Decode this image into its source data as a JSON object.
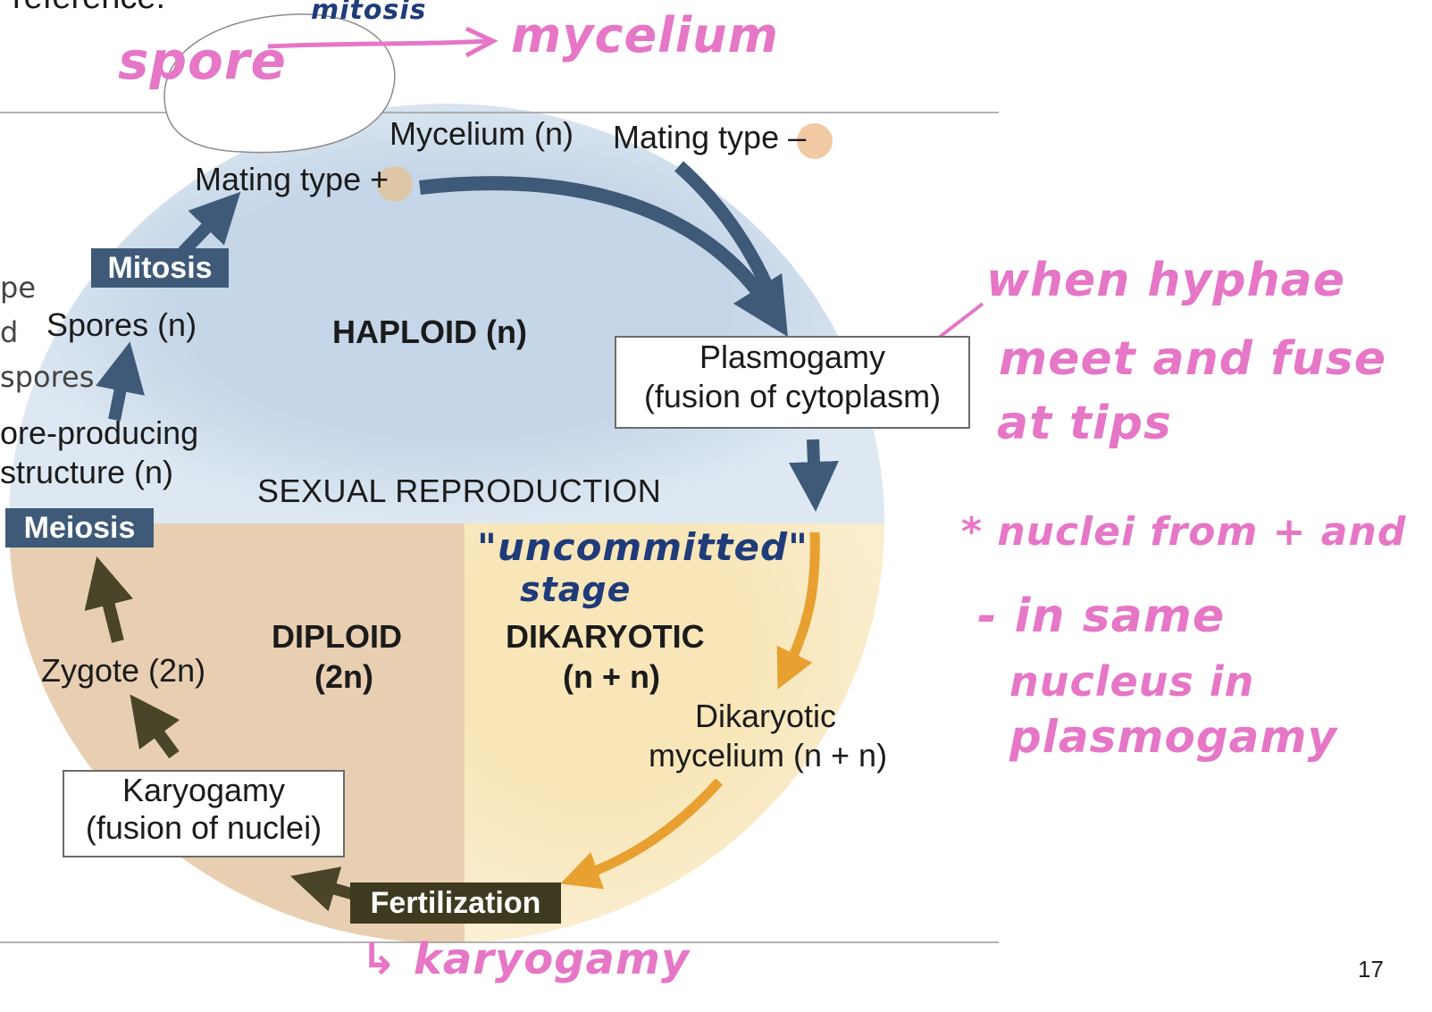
{
  "slide": {
    "top_cut_text": "reference.",
    "side_fragments": [
      "pe",
      "d",
      "spores"
    ],
    "page_number": "17"
  },
  "diagram": {
    "mycelium": "Mycelium (n)",
    "mating_plus": "Mating type +",
    "mating_minus": "Mating type –",
    "mitosis": "Mitosis",
    "spores": "Spores (n)",
    "spore_structure_1": "ore-producing",
    "spore_structure_2": "structure (n)",
    "meiosis": "Meiosis",
    "haploid": "HAPLOID (n)",
    "plasmogamy_1": "Plasmogamy",
    "plasmogamy_2": "(fusion of cytoplasm)",
    "sexual_reproduction": "SEXUAL REPRODUCTION",
    "diploid_1": "DIPLOID",
    "diploid_2": "(2n)",
    "dikaryotic_1": "DIKARYOTIC",
    "dikaryotic_2": "(n + n)",
    "zygote": "Zygote (2n)",
    "dikaryotic_mycelium_1": "Dikaryotic",
    "dikaryotic_mycelium_2": "mycelium (n + n)",
    "karyogamy_1": "Karyogamy",
    "karyogamy_2": "(fusion of nuclei)",
    "fertilization": "Fertilization",
    "colors": {
      "haploid": "#c5d6e8",
      "diploid": "#e9cfb2",
      "dikaryotic": "#f8e6b8",
      "arrow_blue": "#3e5a78",
      "arrow_orange": "#e8a030",
      "arrow_dark": "#4a4528",
      "tag_blue": "#3e5a78",
      "tag_dark": "#3e3a20",
      "mating_dot": "#f0c49a"
    }
  },
  "annotations": {
    "spore": "spore",
    "mitosis": "mitosis",
    "mycelium": "mycelium",
    "hyphae_1": "when hyphae",
    "hyphae_2": "meet and fuse",
    "hyphae_3": "at tips",
    "nuclei_1": "* nuclei from + and",
    "nuclei_2": "- in same",
    "nuclei_3": "nucleus in",
    "nuclei_4": "plasmogamy",
    "uncommitted_1": "\"uncommitted\"",
    "uncommitted_2": "stage",
    "karyogamy": "↳ karyogamy",
    "colors": {
      "pink": "#e676c6",
      "navy": "#1f3b7a"
    }
  }
}
